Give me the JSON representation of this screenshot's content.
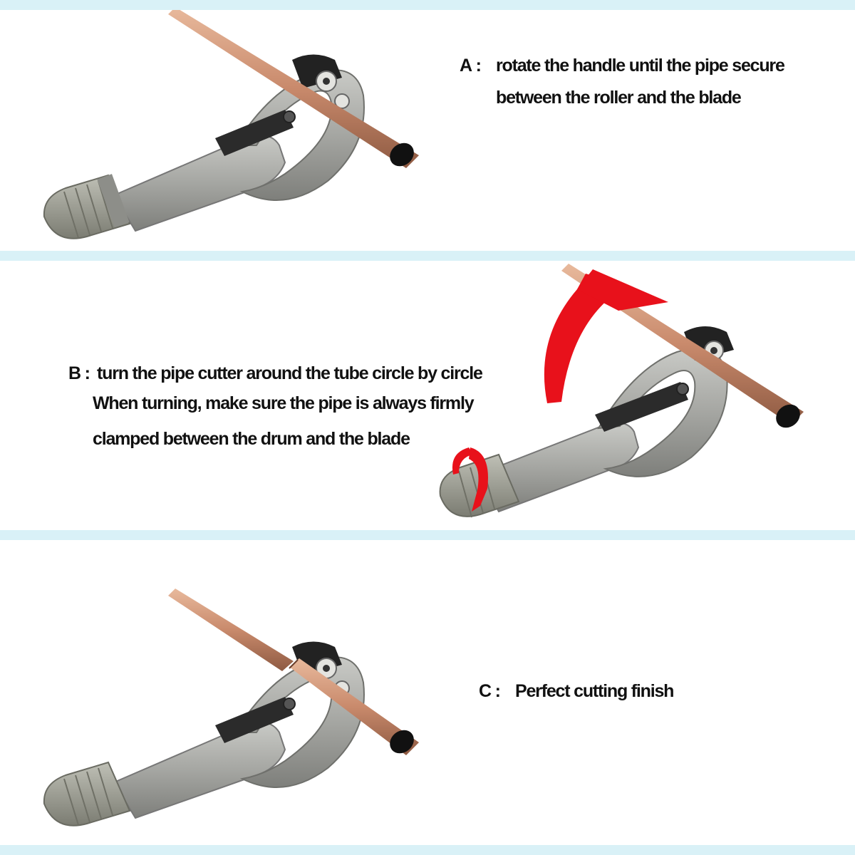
{
  "steps": [
    {
      "marker": "A :",
      "lines": [
        "rotate the handle until  the pipe secure",
        "between the roller and the blade"
      ]
    },
    {
      "marker": "B :",
      "lines": [
        "turn the pipe cutter around the tube circle by circle",
        "When turning, make sure the pipe is always firmly",
        "clamped between the drum and the blade"
      ]
    },
    {
      "marker": "C :",
      "lines": [
        "Perfect cutting finish"
      ]
    }
  ],
  "colors": {
    "band": "#d9f1f7",
    "tool_body": "#a7a8a4",
    "knob": "#9a9b8f",
    "pipe": "#c98a6c",
    "arrow": "#e8111b"
  },
  "icons": [
    "tube-cutter-illustration",
    "copper-pipe",
    "rotation-arrow-icon"
  ]
}
